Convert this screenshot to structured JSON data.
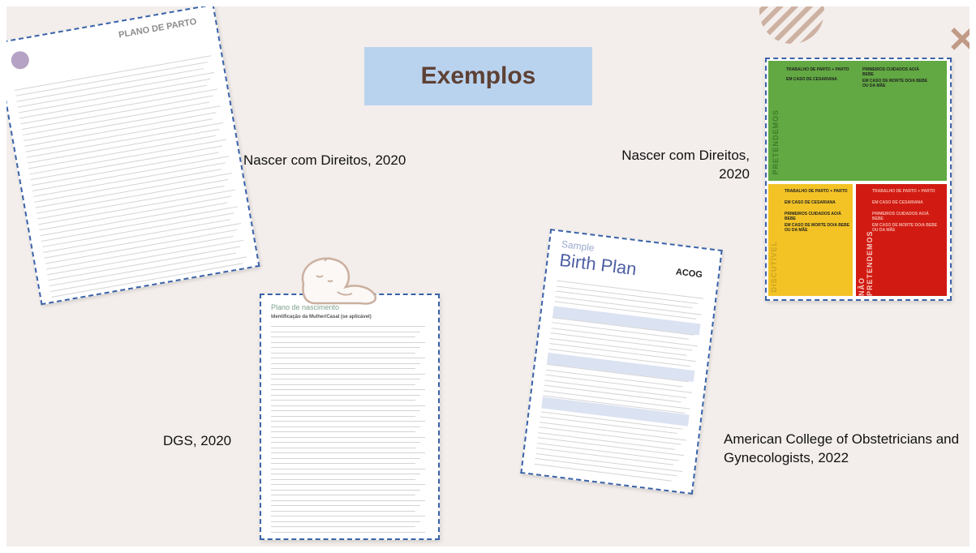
{
  "title": "Exemplos",
  "captions": {
    "nascer_left": "Nascer com Direitos, 2020",
    "nascer_right": "Nascer com Direitos, 2020",
    "dgs": "DGS, 2020",
    "acog": "American College of Obstetricians and Gynecologists, 2022"
  },
  "doc1": {
    "header": "PLANO DE PARTO"
  },
  "doc2": {
    "header": "Plano de nascimento",
    "subheader": "Identificação da Mulher/Casal (se aplicável)"
  },
  "doc3": {
    "sample": "Sample",
    "title": "Birth Plan",
    "logo": "ACOG"
  },
  "doc4": {
    "green_label": "PRETENDEMOS",
    "yellow_label": "DISCUTÍVEL",
    "red_label": "NÃO PRETENDEMOS",
    "green_items": [
      "TRABALHO DE PARTO + PARTO",
      "EM CASO DE CESARIANA",
      "PRIMEIROS CUIDADOS AO/À BEBE",
      "EM CASO DE MORTE DO/A BEBE OU DA MÃE"
    ],
    "yellow_items": [
      "TRABALHO DE PARTO + PARTO",
      "EM CASO DE CESARIANA",
      "PRIMEIROS CUIDADOS AO/À BEBE",
      "EM CASO DE MORTE DO/A BEBE OU DA MÃE"
    ],
    "red_items": [
      "TRABALHO DE PARTO + PARTO",
      "EM CASO DE CESARIANA",
      "PRIMEIROS CUIDADOS AO/À BEBE",
      "EM CASO DE MORTE DO/A BEBE OU DA MÃE"
    ]
  },
  "icons": {
    "close": "close-icon",
    "baby": "sleeping-baby-icon"
  },
  "colors": {
    "accent_brown": "#5e4134",
    "title_bg": "#b9d3ef",
    "dash": "#3a62a8",
    "green": "#62a843",
    "yellow": "#f3c326",
    "red": "#d11b12"
  }
}
